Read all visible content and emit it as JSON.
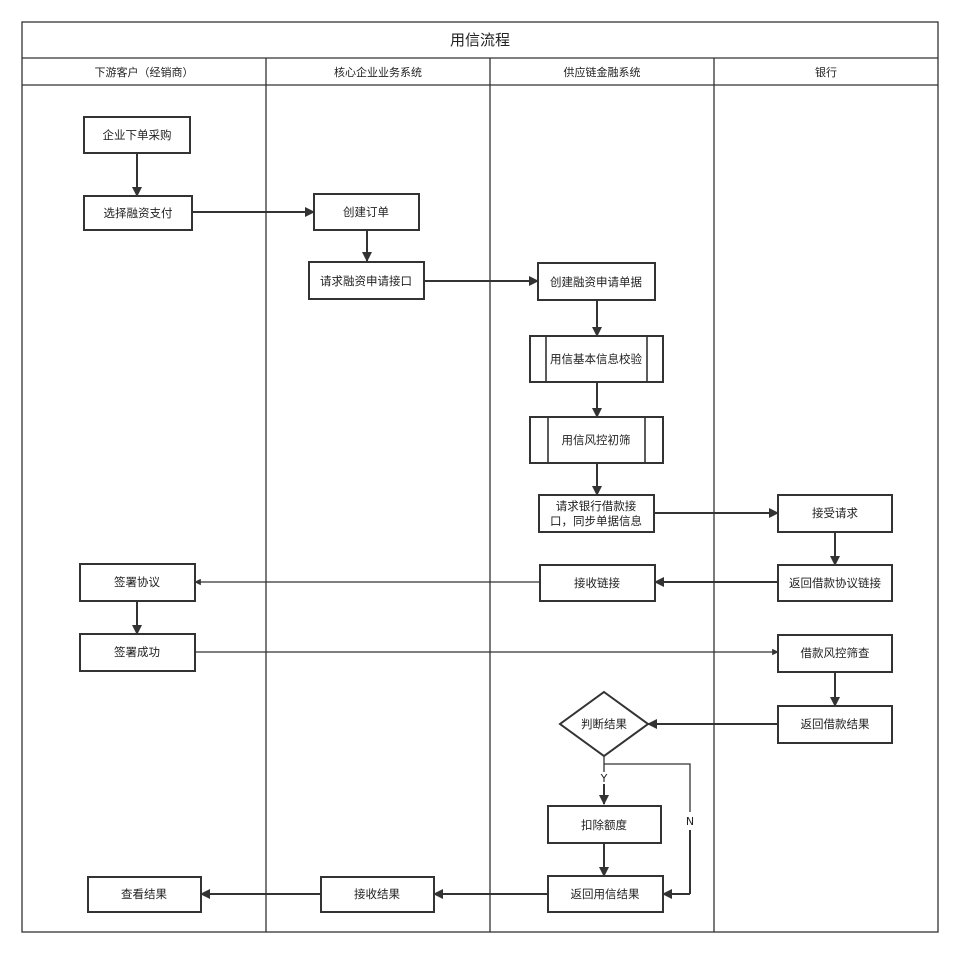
{
  "title": "用信流程",
  "lanes": [
    {
      "id": "customer",
      "label": "下游客户（经销商）"
    },
    {
      "id": "core",
      "label": "核心企业业务系统"
    },
    {
      "id": "scf",
      "label": "供应链金融系统"
    },
    {
      "id": "bank",
      "label": "银行"
    }
  ],
  "nodes": {
    "order": {
      "label": "企业下单采购",
      "lane": "customer"
    },
    "choose_finance": {
      "label": "选择融资支付",
      "lane": "customer"
    },
    "sign": {
      "label": "签署协议",
      "lane": "customer"
    },
    "sign_ok": {
      "label": "签署成功",
      "lane": "customer"
    },
    "view_result": {
      "label": "查看结果",
      "lane": "customer"
    },
    "create_order": {
      "label": "创建订单",
      "lane": "core"
    },
    "req_api": {
      "label": "请求融资申请接口",
      "lane": "core"
    },
    "recv_result": {
      "label": "接收结果",
      "lane": "core"
    },
    "create_doc": {
      "label": "创建融资申请单据",
      "lane": "scf"
    },
    "basic_check": {
      "label": "用信基本信息校验",
      "lane": "scf",
      "kind": "subprocess"
    },
    "risk_screen": {
      "label": "用信风控初筛",
      "lane": "scf",
      "kind": "subprocess"
    },
    "req_bank": {
      "label_lines": [
        "请求银行借款接",
        "口，同步单据信息"
      ],
      "lane": "scf"
    },
    "recv_link": {
      "label": "接收链接",
      "lane": "scf"
    },
    "judge": {
      "label": "判断结果",
      "lane": "scf",
      "kind": "decision"
    },
    "deduct": {
      "label": "扣除额度",
      "lane": "scf"
    },
    "return_result": {
      "label": "返回用信结果",
      "lane": "scf"
    },
    "accept": {
      "label": "接受请求",
      "lane": "bank"
    },
    "return_link": {
      "label": "返回借款协议链接",
      "lane": "bank"
    },
    "loan_risk": {
      "label": "借款风控筛查",
      "lane": "bank"
    },
    "return_loan": {
      "label": "返回借款结果",
      "lane": "bank"
    }
  },
  "edges": [
    {
      "from": "order",
      "to": "choose_finance"
    },
    {
      "from": "choose_finance",
      "to": "create_order"
    },
    {
      "from": "create_order",
      "to": "req_api"
    },
    {
      "from": "req_api",
      "to": "create_doc"
    },
    {
      "from": "create_doc",
      "to": "basic_check"
    },
    {
      "from": "basic_check",
      "to": "risk_screen"
    },
    {
      "from": "risk_screen",
      "to": "req_bank"
    },
    {
      "from": "req_bank",
      "to": "accept"
    },
    {
      "from": "accept",
      "to": "return_link"
    },
    {
      "from": "return_link",
      "to": "recv_link"
    },
    {
      "from": "recv_link",
      "to": "sign"
    },
    {
      "from": "sign",
      "to": "sign_ok"
    },
    {
      "from": "sign_ok",
      "to": "loan_risk"
    },
    {
      "from": "loan_risk",
      "to": "return_loan"
    },
    {
      "from": "return_loan",
      "to": "judge"
    },
    {
      "from": "judge",
      "to": "deduct",
      "label": "Y"
    },
    {
      "from": "judge",
      "to": "return_result",
      "label": "N"
    },
    {
      "from": "deduct",
      "to": "return_result"
    },
    {
      "from": "return_result",
      "to": "recv_result"
    },
    {
      "from": "recv_result",
      "to": "view_result"
    }
  ]
}
